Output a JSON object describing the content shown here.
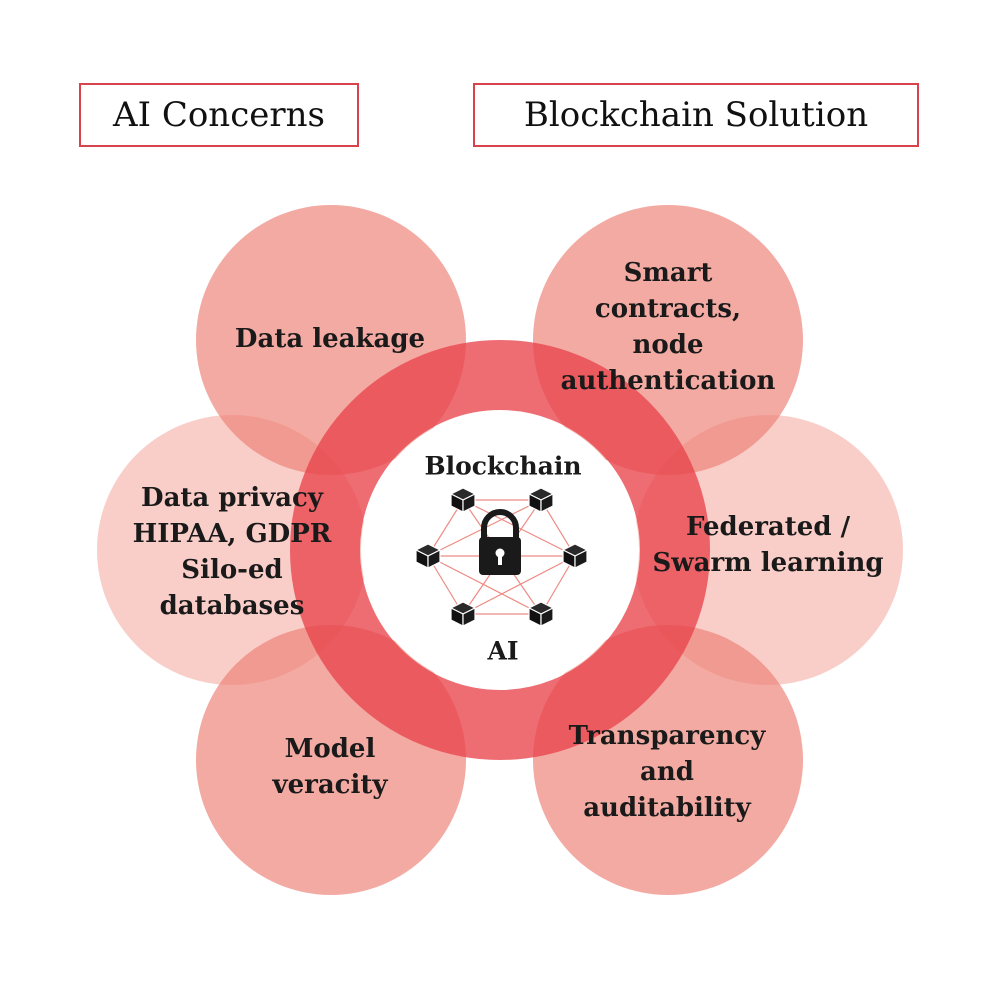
{
  "headers": {
    "left": "AI Concerns",
    "right": "Blockchain Solution"
  },
  "colors": {
    "petal": "#f08a80",
    "petal_light": "#f8c2ba",
    "ring": "#e8444b",
    "border": "#d9434b",
    "text": "#1a1a1a"
  },
  "concerns": [
    {
      "id": "data-leakage",
      "text": "Data leakage"
    },
    {
      "id": "data-privacy",
      "text": "Data privacy\nHIPAA, GDPR\nSilo-ed\ndatabases"
    },
    {
      "id": "model-veracity",
      "text": "Model\nveracity"
    }
  ],
  "solutions": [
    {
      "id": "smart-contracts",
      "text": "Smart\ncontracts,\nnode\nauthentication"
    },
    {
      "id": "federated",
      "text": "Federated /\nSwarm learning"
    },
    {
      "id": "transparency",
      "text": "Transparency\nand\nauditability"
    }
  ],
  "center": {
    "top": "Blockchain",
    "bottom": "AI",
    "icon": "padlock-icon",
    "node_icon": "cube-icon"
  }
}
